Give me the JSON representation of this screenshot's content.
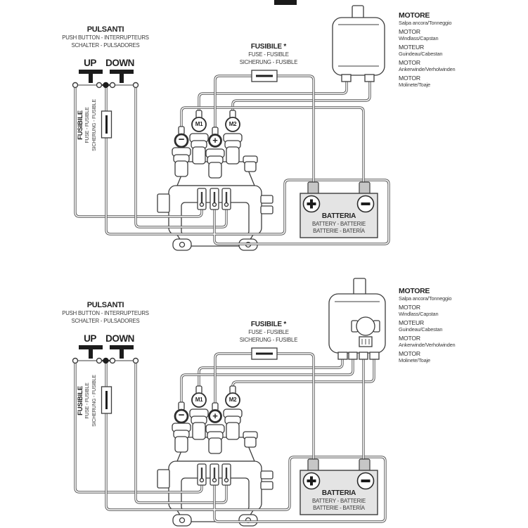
{
  "labels": {
    "pulsanti": {
      "title": "PULSANTI",
      "sub1": "PUSH BUTTON - INTERRUPTEURS",
      "sub2": "SCHALTER - PULSADORES",
      "up": "UP",
      "down": "DOWN"
    },
    "fuse_main": {
      "title": "FUSIBILE *",
      "sub1": "FUSE - FUSIBLE",
      "sub2": "SICHERUNG - FUSIBLE"
    },
    "fuse_line": {
      "title": "FUSIBILE",
      "sub1": "FUSE - FUSIBLE",
      "sub2": "SICHERUNG - FUSIBLE"
    },
    "motor": {
      "title": "MOTORE",
      "subtitle": "Salpa ancora/Tonneggio",
      "entries": [
        {
          "lang": "MOTOR",
          "desc": "Windlass/Capstan"
        },
        {
          "lang": "MOTEUR",
          "desc": "Guindeau/Cabestan"
        },
        {
          "lang": "MOTOR",
          "desc": "Ankerwinde/Verholwinden"
        },
        {
          "lang": "MOTOR",
          "desc": "Molinete/Toaje"
        }
      ]
    },
    "battery": {
      "title": "BATTERIA",
      "sub1": "BATTERY - BATTERIE",
      "sub2": "BATTERIE - BATERÍA"
    },
    "terminals": {
      "m1": "M1",
      "m2": "M2",
      "plus": "+",
      "minus": "−"
    }
  },
  "colors": {
    "background": "#ffffff",
    "line": "#3c3c3c",
    "wire": "#585858",
    "battery_fill": "#e4e4e4",
    "post_fill": "#c6c6c6",
    "text": "#232323"
  }
}
